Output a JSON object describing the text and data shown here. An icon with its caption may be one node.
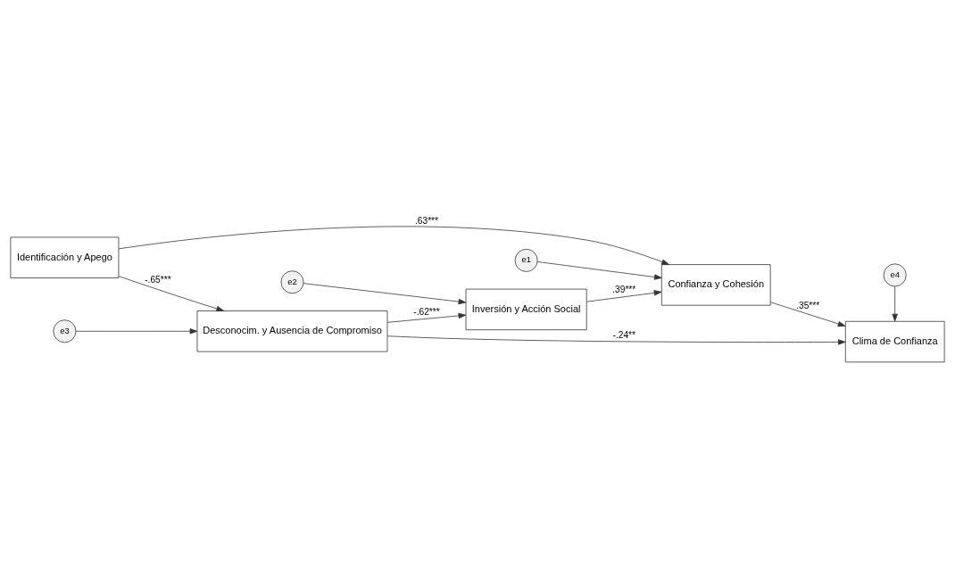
{
  "diagram": {
    "nodes": [
      {
        "text": [
          "e1"
        ]
      },
      {
        "text": [
          "Confianza y Cohesión"
        ]
      },
      {
        "text": [
          "e2"
        ]
      },
      {
        "text": [
          "e4"
        ]
      },
      {
        "text": [
          "Identificación y Apego"
        ]
      },
      {
        "text": [
          "Inversión y Acción Social"
        ]
      },
      {
        "text": [
          "Clima de Confianza"
        ]
      },
      {
        "text": [
          "e3"
        ]
      },
      {
        "text": [
          "Desconocim. y Ausencia de Compromiso"
        ]
      }
    ],
    "edges": [
      {
        "from": 0,
        "to": 1,
        "arrow": "to"
      },
      {
        "from": 4,
        "to": 1,
        "arrow": "to",
        "label": ".63***"
      },
      {
        "from": 1,
        "to": 6,
        "arrow": "to",
        "label": ".35***"
      },
      {
        "from": 2,
        "to": 5,
        "arrow": "to"
      },
      {
        "from": 3,
        "to": 6,
        "arrow": "to"
      },
      {
        "from": 5,
        "to": 1,
        "arrow": "to",
        "label": ".39***"
      },
      {
        "from": 4,
        "to": 8,
        "arrow": "to",
        "label": "-.65***"
      },
      {
        "from": 8,
        "to": 5,
        "arrow": "to",
        "label": "-.62***"
      },
      {
        "from": 7,
        "to": 8,
        "arrow": "to"
      },
      {
        "from": 8,
        "to": 6,
        "arrow": "to",
        "label": "-.24**"
      }
    ]
  }
}
